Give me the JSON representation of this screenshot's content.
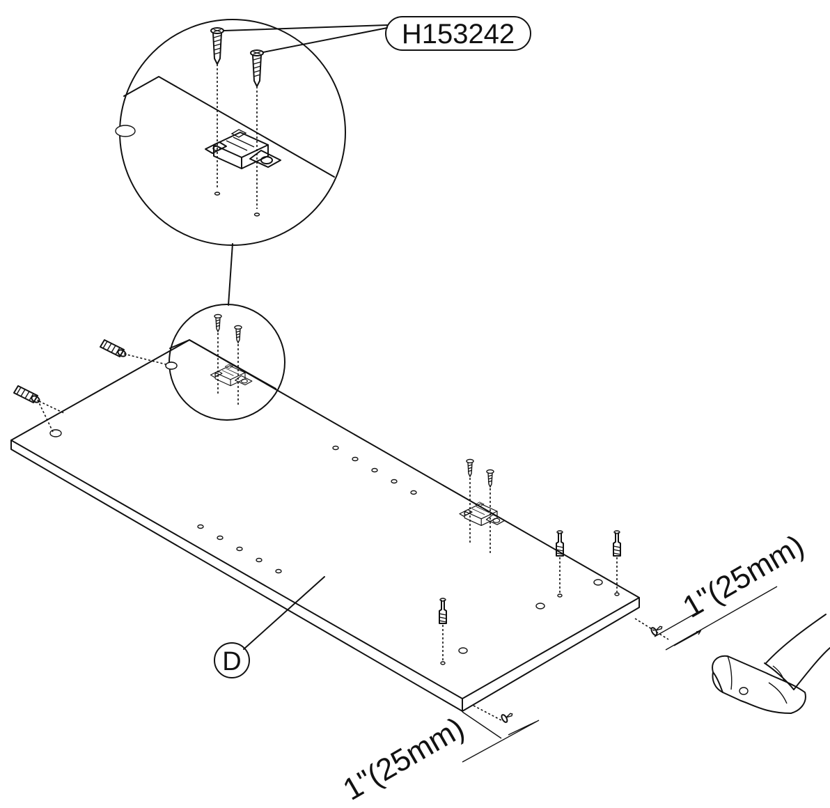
{
  "part_code": "H153242",
  "panel_label": "D",
  "dimension_right": "1\"(25mm)",
  "dimension_bottom": "1\"(25mm)"
}
